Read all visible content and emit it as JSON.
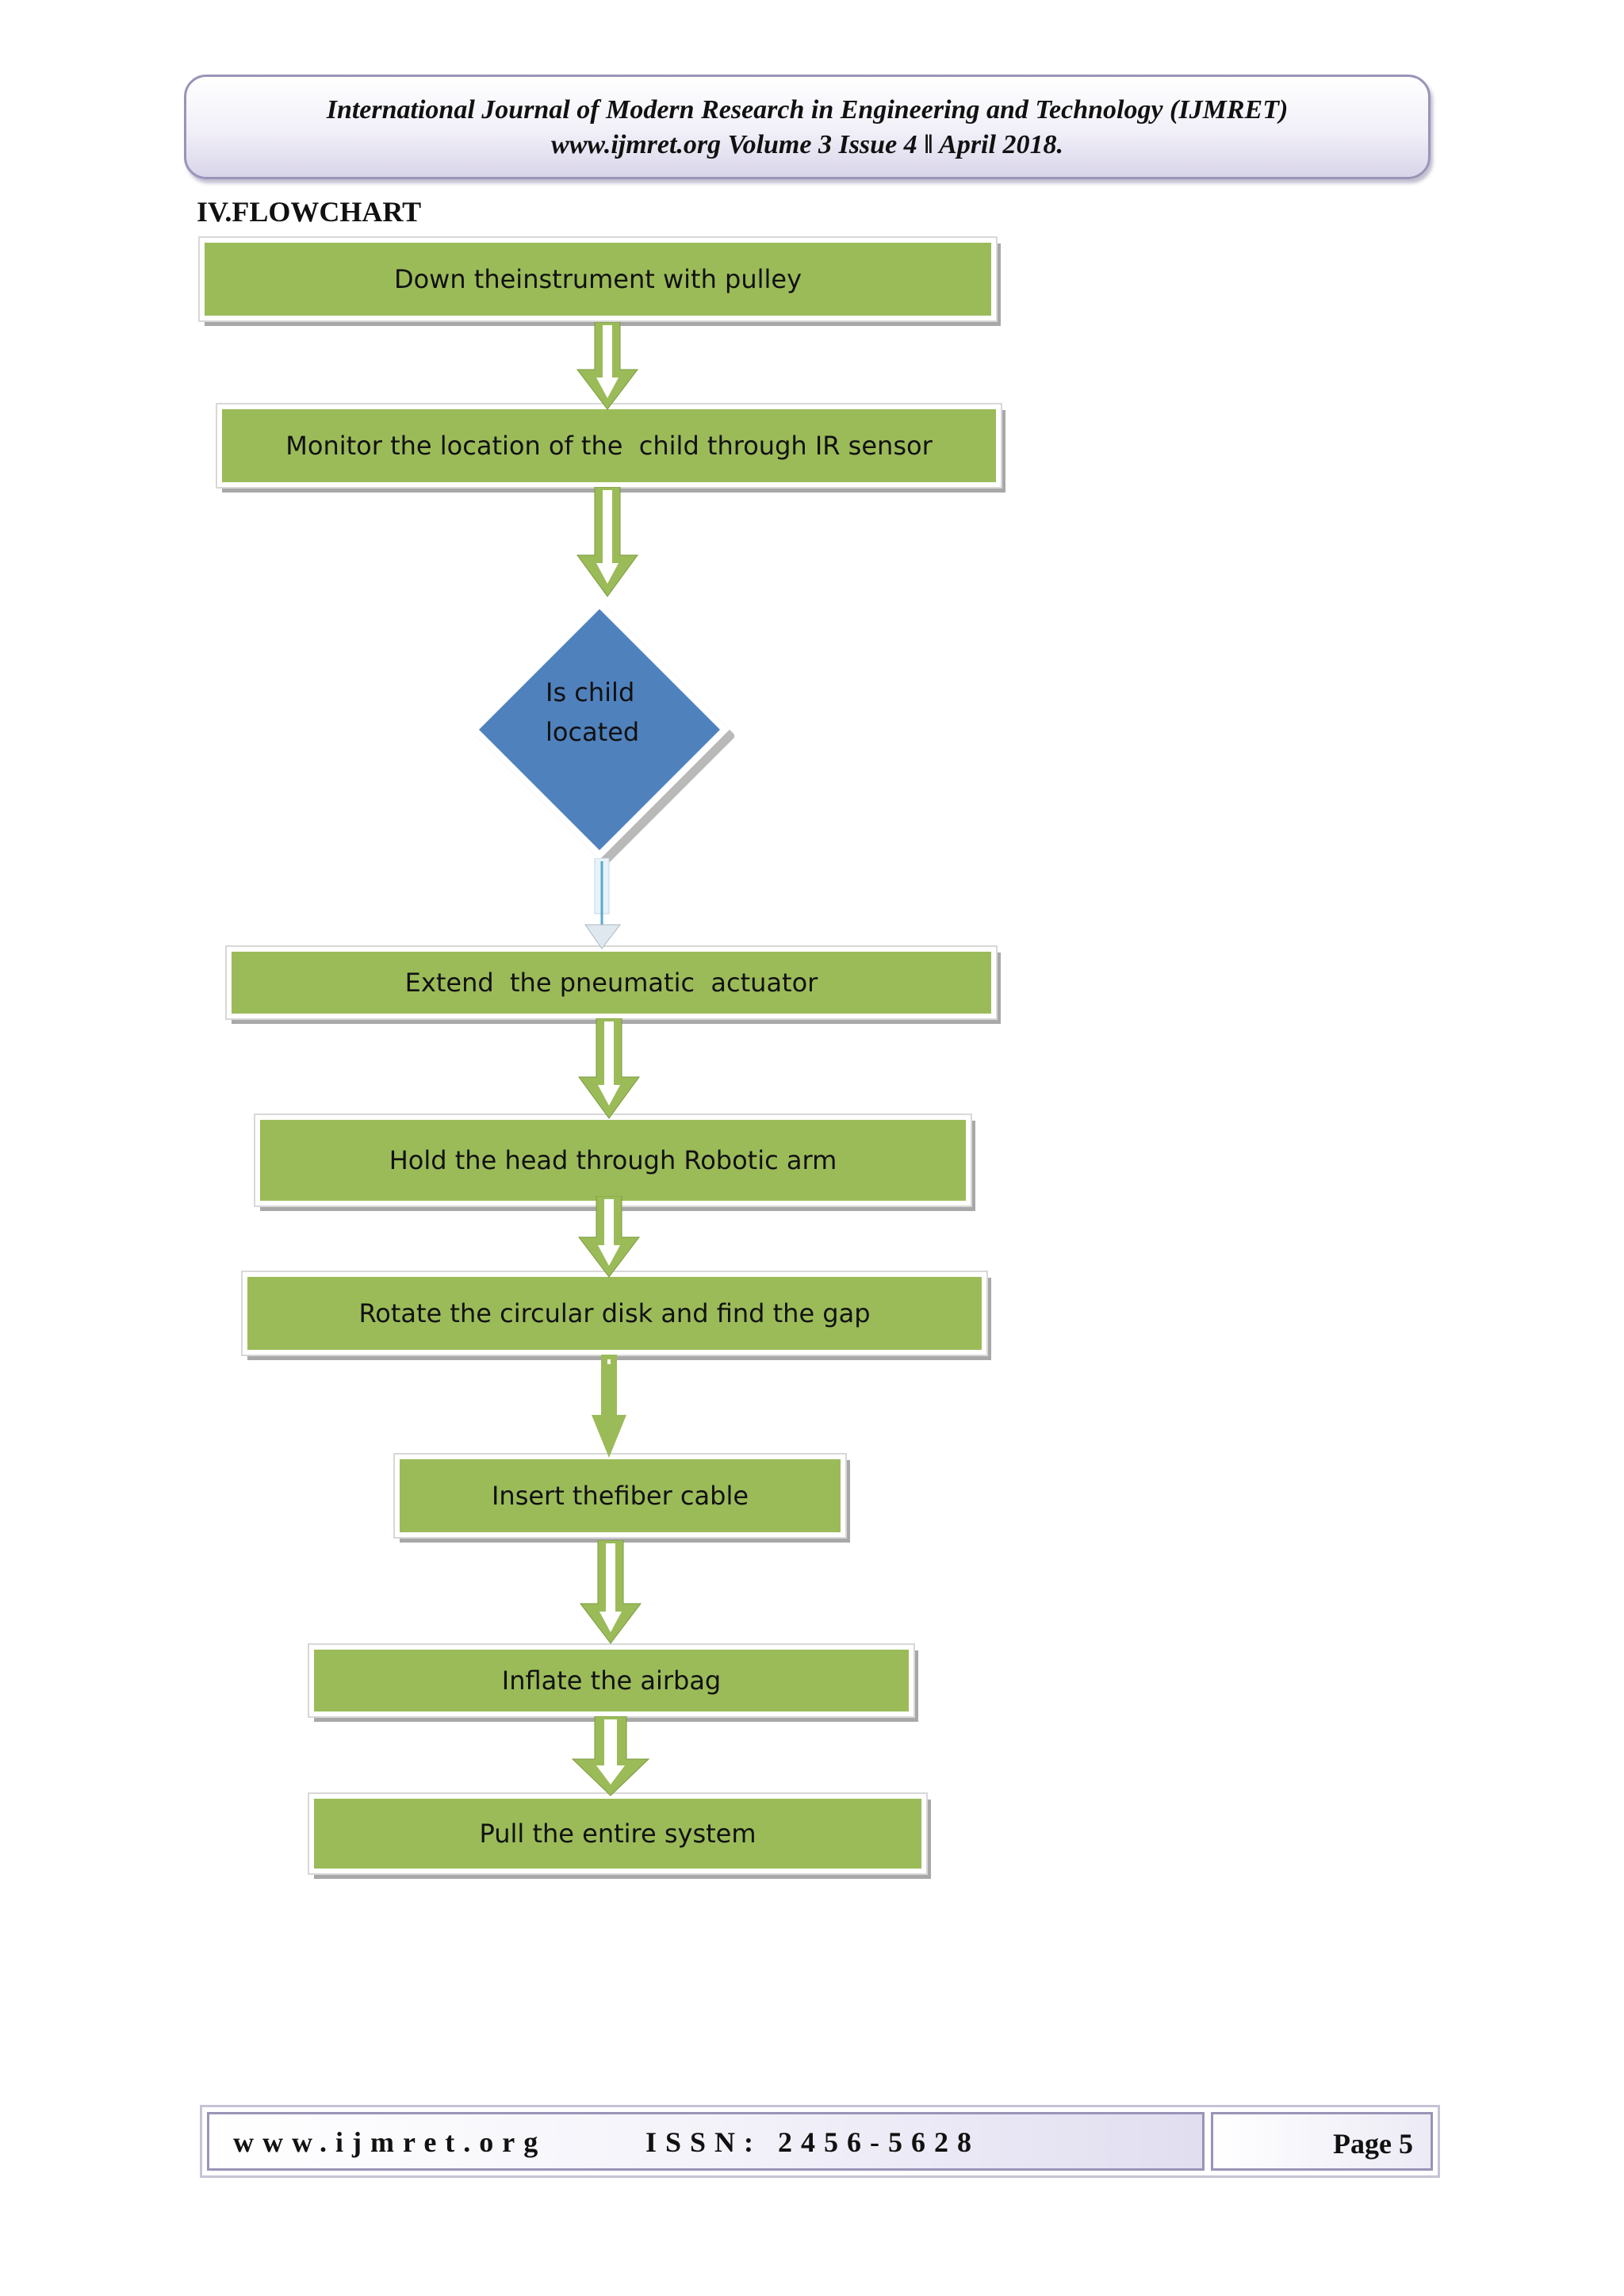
{
  "header": {
    "line1": "International Journal of Modern Research in Engineering and Technology (IJMRET)",
    "line2": "www.ijmret.org Volume 3 Issue 4 ǁ April 2018."
  },
  "section_heading": "IV.FLOWCHART",
  "flowchart": {
    "steps": [
      "Down theinstrument with pulley",
      "Monitor the location of the  child through IR sensor",
      "Extend  the pneumatic  actuator",
      "Hold the head through Robotic arm",
      "Rotate the circular disk and find the gap",
      "Insert thefiber cable",
      "Inflate the airbag",
      "Pull the entire system"
    ],
    "decision": {
      "line1": "Is child",
      "line2": "located"
    }
  },
  "footer": {
    "url": "www.ijmret.org",
    "issn": "ISSN: 2456-5628",
    "page": "Page 5"
  },
  "colors": {
    "step_fill": "#9bbb59",
    "decision_fill": "#4f81bd",
    "arrow_fill": "#9bbb59"
  }
}
